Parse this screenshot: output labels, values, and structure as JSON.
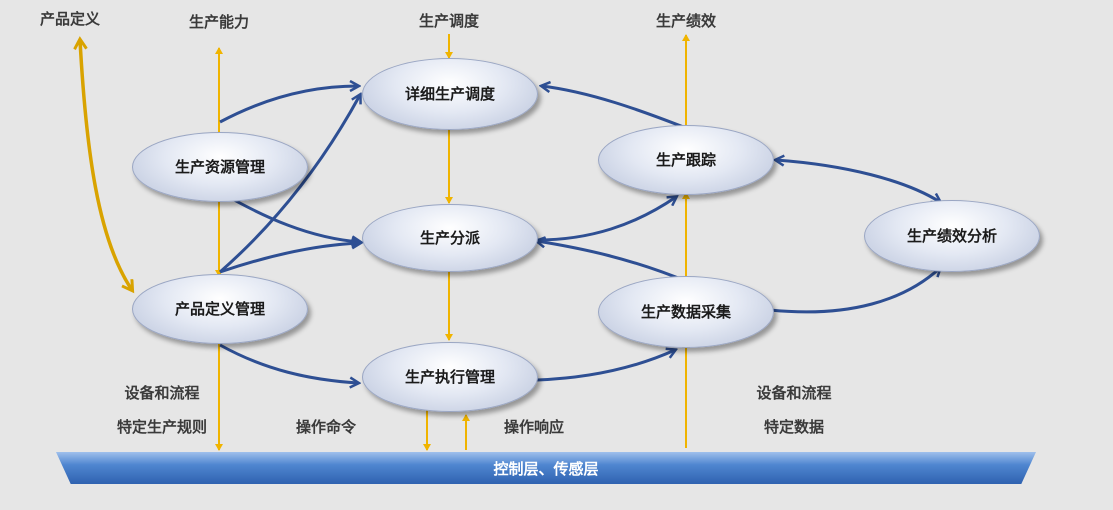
{
  "top_labels": {
    "product_definition": "产品定义",
    "production_capability": "生产能力",
    "production_schedule": "生产调度",
    "production_performance": "生产绩效"
  },
  "nodes": {
    "detailed_scheduling": "详细生产调度",
    "resource_management": "生产资源管理",
    "tracking": "生产跟踪",
    "dispatching": "生产分派",
    "performance_analysis": "生产绩效分析",
    "definition_management": "产品定义管理",
    "data_collection": "生产数据采集",
    "execution_management": "生产执行管理"
  },
  "bottom_labels": {
    "equipment_process_left": "设备和流程",
    "specific_rules": "特定生产规则",
    "operation_command": "操作命令",
    "operation_response": "操作响应",
    "equipment_process_right": "设备和流程",
    "specific_data": "特定数据"
  },
  "control_layer": "控制层、传感层",
  "colors": {
    "blue_arrow": "#2e4f93",
    "yellow_arrow": "#f0b400",
    "gold_arrow": "#d9a300"
  }
}
